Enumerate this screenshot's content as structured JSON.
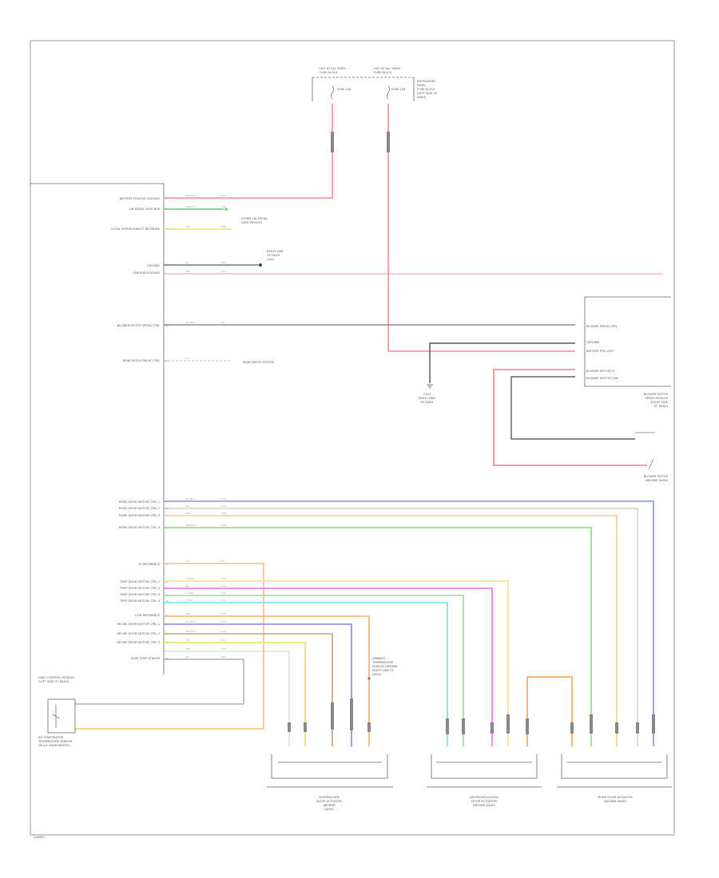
{
  "fuse_boxes": [
    {
      "line1": "HOT AT ALL TIMES",
      "line2": "FUSE BLOCK",
      "fuse": "FUSE 10A"
    },
    {
      "line1": "HOT AT ALL TIMES",
      "line2": "FUSE BLOCK",
      "fuse": "FUSE 15A"
    }
  ],
  "fuse_note": [
    "INSTRUMENT",
    "PANEL",
    "FUSE BLOCK",
    "(LEFT SIDE OF",
    "DASH)"
  ],
  "hvac_module": {
    "inputs": [
      "BATTERY POSITIVE VOLTAGE",
      "LIN SERIAL DATA BUS",
      "LOCAL INTERCONNECT NETWORK",
      "GROUND",
      "IGNITION VOLTAGE",
      "BLOWER MOTOR SPEED CTRL",
      "REAR DEFOG RELAY CTRL"
    ],
    "outputs": [
      "MODE DOOR MOTOR CTRL 1",
      "MODE DOOR MOTOR CTRL 2",
      "MODE DOOR MOTOR CTRL 3",
      "MODE DOOR MOTOR CTRL 4",
      "5V REFERENCE",
      "TEMP DOOR MOTOR CTRL 1",
      "TEMP DOOR MOTOR CTRL 2",
      "TEMP DOOR MOTOR CTRL 3",
      "TEMP DOOR MOTOR CTRL 4",
      "LOW REFERENCE",
      "RECIRC DOOR MOTOR CTRL 1",
      "RECIRC DOOR MOTOR CTRL 2",
      "RECIRC DOOR MOTOR CTRL 3",
      "EVAP TEMP SENSOR"
    ],
    "label": [
      "HVAC CONTROL MODULE",
      "(LEFT SIDE OF DASH)"
    ]
  },
  "notes": {
    "lin_bus": [
      "OTHER LIN SERIAL",
      "DATA DEVICES"
    ],
    "ground": [
      "RIGHT SIDE",
      "OF DASH",
      "G201"
    ],
    "rear_defog": "REAR DEFOG SYSTEM",
    "ground2": [
      "G201",
      "RIGHT SIDE",
      "OF DASH"
    ],
    "data_sensor": [
      "AMBIENT",
      "TEMPERATURE",
      "SENSOR (BEHIND",
      "RIGHT SIDE OF",
      "DASH)"
    ]
  },
  "blower_module": {
    "pins": [
      "BLOWER SPEED CTRL",
      "GROUND",
      "BATTERY POS VOLT",
      "BLOWER MOTOR HI",
      "BLOWER MOTOR LOW"
    ],
    "label": [
      "BLOWER MOTOR",
      "SPEED MODULE",
      "(RIGHT SIDE",
      "OF DASH)"
    ]
  },
  "blower_motor": {
    "label": [
      "BLOWER MOTOR",
      "(BEHIND DASH)"
    ]
  },
  "evap_sensor": {
    "label": [
      "A/C EVAPORATOR",
      "TEMPERATURE SENSOR",
      "(IN A/C EVAPORATOR)"
    ]
  },
  "actuators": [
    {
      "label": [
        "TEMPERATURE",
        "DOOR ACTUATOR",
        "(BEHIND",
        "DASH)"
      ]
    },
    {
      "label": [
        "AIR RECIRCULATION",
        "DOOR ACTUATOR",
        "(BEHIND DASH)"
      ]
    },
    {
      "label": [
        "MODE DOOR ACTUATOR",
        "(BEHIND DASH)"
      ]
    }
  ],
  "footer": "G26801"
}
